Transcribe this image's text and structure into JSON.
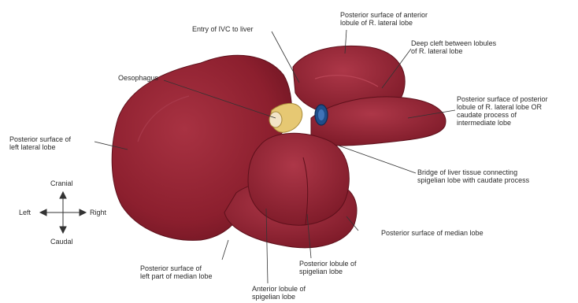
{
  "labels": {
    "post_ant_lobule": "Posterior surface of anterior\nlobule of R. lateral lobe",
    "ivc": "Entry of IVC to liver",
    "deep_cleft": "Deep cleft between lobules\nof R. lateral lobe",
    "oesophagus": "Oesophagus",
    "post_post_lobule": "Posterior surface of posterior\nlobule of R. lateral lobe OR\ncaudate process of\nintermediate lobe",
    "left_lateral": "Posterior surface of\nleft lateral lobe",
    "bridge": "Bridge of liver tissue connecting\nspigelian lobe with caudate process",
    "median": "Posterior surface of median lobe",
    "left_median": "Posterior surface of\nleft part of median lobe",
    "post_spigelian": "Posterior lobule of\nspigelian lobe",
    "ant_spigelian": "Anterior lobule of\nspigelian lobe"
  },
  "compass": {
    "cranial": "Cranial",
    "caudal": "Caudal",
    "left": "Left",
    "right": "Right"
  },
  "colors": {
    "liver": "#8c1f2e",
    "liver_dark": "#6e1522",
    "liver_light": "#a83242",
    "oesophagus": "#e6c873",
    "ivc": "#1f4d8a"
  }
}
